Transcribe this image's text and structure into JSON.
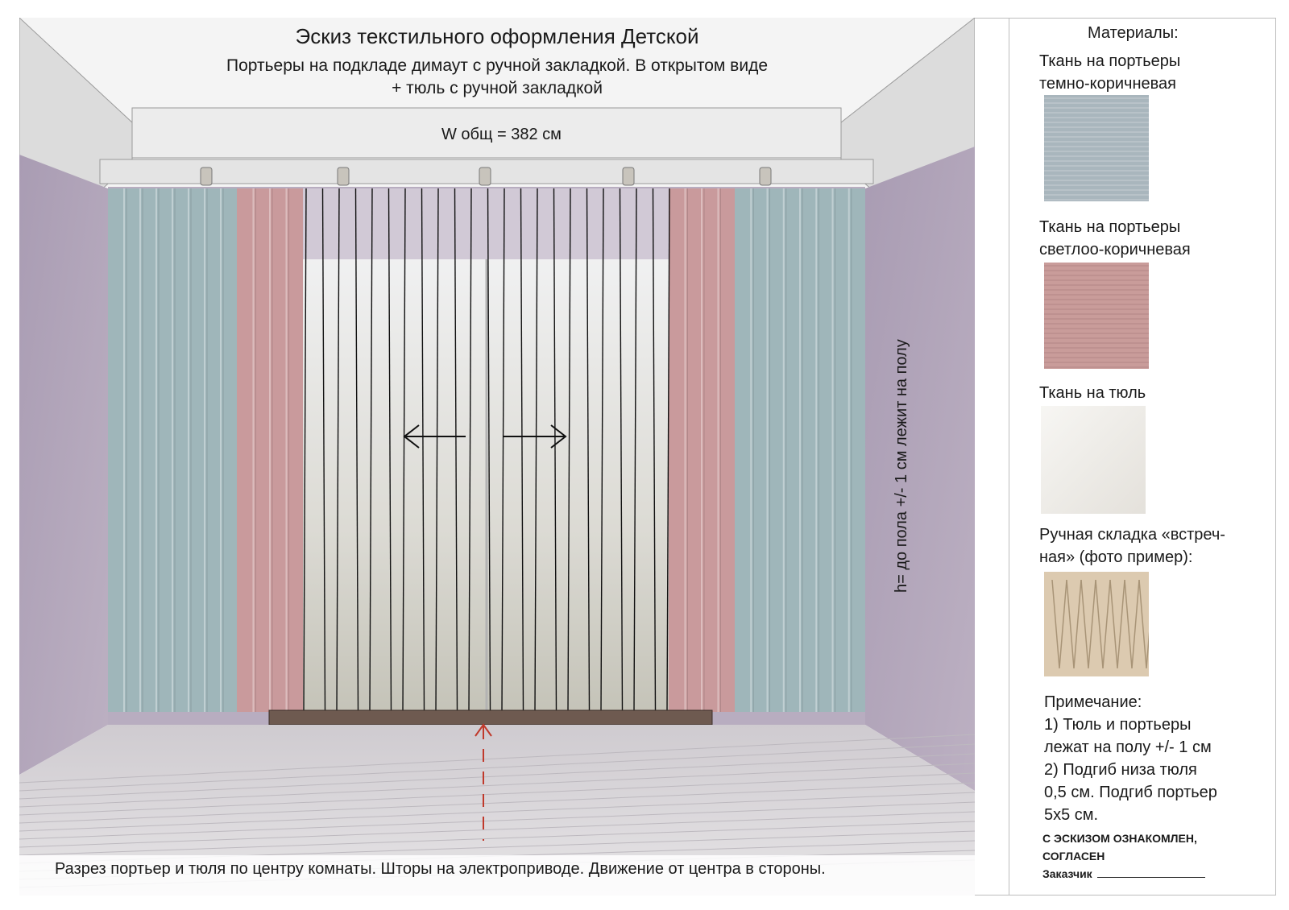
{
  "header": {
    "title": "Эскиз текстильного оформления Детской",
    "subtitle_line1": "Портьеры на подкладе димаут с ручной закладкой. В открытом виде",
    "subtitle_line2": "+ тюль с ручной закладкой"
  },
  "dimensions": {
    "width_label": "W общ = 382 см",
    "height_label": "h= до пола +/- 1 см лежит на полу"
  },
  "caption": "Разрез портьер и тюля по центру комнаты. Шторы на электроприводе. Движение от центра в стороны.",
  "materials": {
    "title": "Материалы:",
    "items": [
      {
        "label_line1": "Ткань на портьеры",
        "label_line2": "темно-коричневая",
        "color": "#a9b6bd"
      },
      {
        "label_line1": "Ткань на портьеры",
        "label_line2": "светлоо-коричневая",
        "color": "#c99c9a"
      },
      {
        "label_line1": "Ткань на тюль",
        "label_line2": "",
        "color": "#f1efeb"
      },
      {
        "label_line1": "Ручная складка «встреч-",
        "label_line2": "ная» (фото пример):",
        "color": "#d9c7a9"
      }
    ]
  },
  "notes": {
    "title": "Примечание:",
    "lines": [
      "1) Тюль и портьеры",
      "лежат на полу +/- 1 см",
      "2) Подгиб низа тюля",
      "0,5 см. Подгиб портьер",
      "5х5 см."
    ]
  },
  "approval": {
    "line1": "С ЭСКИЗОМ ОЗНАКОМЛЕН,",
    "line2": "СОГЛАСЕН",
    "line3": "Заказчик"
  },
  "colors": {
    "wall": "#b3a6bb",
    "blue_curtain": "#9fb6ba",
    "pink_curtain": "#c99a9c",
    "floor": "#dedbde",
    "ceiling": "#f2f2f2",
    "arrow_red": "#c0392b"
  }
}
